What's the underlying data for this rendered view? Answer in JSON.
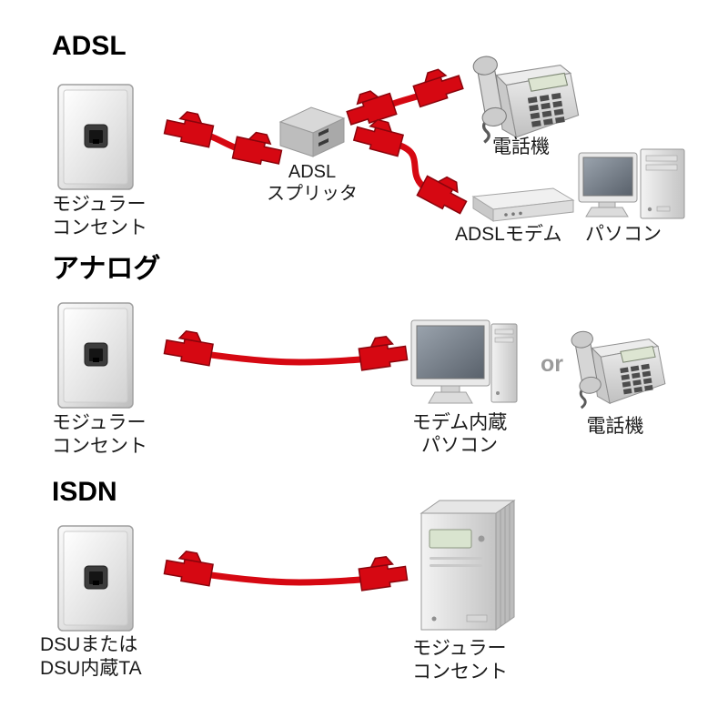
{
  "colors": {
    "cable_red": "#d60812",
    "cable_red_dark": "#8a040c",
    "title_color": "#000000",
    "label_color": "#1a1a1a",
    "or_gray": "#9b9b9b"
  },
  "sections": {
    "adsl": {
      "title": "ADSL",
      "outlet_label": "モジュラー\nコンセント",
      "splitter_label": "ADSL\nスプリッタ",
      "phone_label": "電話機",
      "modem_label": "ADSLモデム",
      "pc_label": "パソコン"
    },
    "analog": {
      "title": "アナログ",
      "outlet_label": "モジュラー\nコンセント",
      "pc_label": "モデム内蔵\nパソコン",
      "or_label": "or",
      "phone_label": "電話機"
    },
    "isdn": {
      "title": "ISDN",
      "outlet_label": "DSUまたは\nDSU内蔵TA",
      "device_label": "モジュラー\nコンセント"
    }
  }
}
